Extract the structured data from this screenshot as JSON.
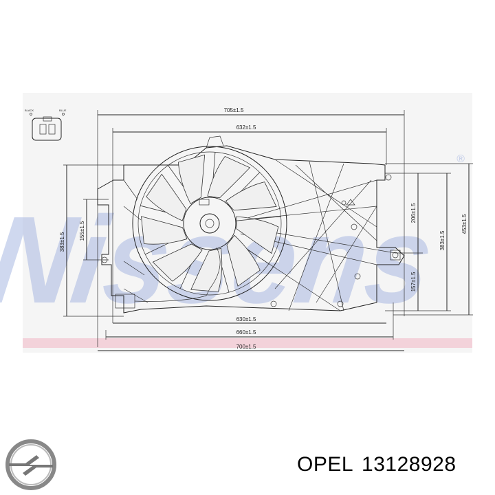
{
  "watermark": {
    "text": "Nissens",
    "registered": "®"
  },
  "connector": {
    "pin1": "BLACK",
    "pin2": "BLUE"
  },
  "dimensions": {
    "top_outer": "705±1.5",
    "top_inner": "632±1.5",
    "bottom_inner": "630±1.5",
    "bottom_mid": "660±1.5",
    "bottom_outer": "700±1.5",
    "left_outer": "383±1.5",
    "left_inner": "155±1.5",
    "right_upper": "206±1.5",
    "right_lower": "157±1.5",
    "right_mid": "383±1.5",
    "right_outer": "453±1.5"
  },
  "footer": {
    "brand": "OPEL",
    "part_number": "13128928"
  },
  "colors": {
    "watermark": "#b9c6e6",
    "pink_band": "#f1c8d2",
    "line": "#222222"
  },
  "icons": {
    "logo": "opel-logo-icon"
  }
}
